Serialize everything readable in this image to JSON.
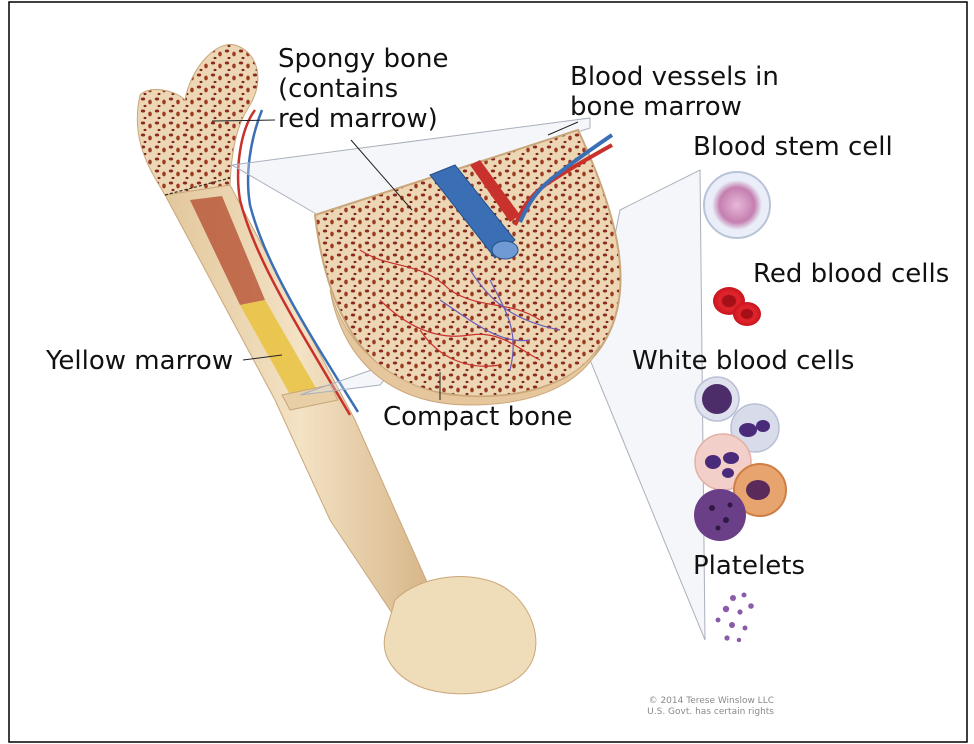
{
  "labels": {
    "spongy_bone": [
      "Spongy bone",
      "(contains",
      "red marrow)"
    ],
    "blood_vessels": [
      "Blood vessels in",
      "bone marrow"
    ],
    "blood_stem_cell": "Blood stem cell",
    "red_blood_cells": "Red blood cells",
    "white_blood_cells": "White blood cells",
    "yellow_marrow": "Yellow marrow",
    "compact_bone": "Compact bone",
    "platelets": "Platelets"
  },
  "copyright": [
    "© 2014 Terese Winslow LLC",
    "U.S. Govt. has certain rights"
  ],
  "colors": {
    "bone": "#ead3ae",
    "bone_shadow": "#d9b98b",
    "marrow_red": "#8a2a1e",
    "vessel_red": "#c8312c",
    "vessel_blue": "#3a6fb5",
    "yellow_marrow": "#e9c23e",
    "frame": "#000000"
  }
}
